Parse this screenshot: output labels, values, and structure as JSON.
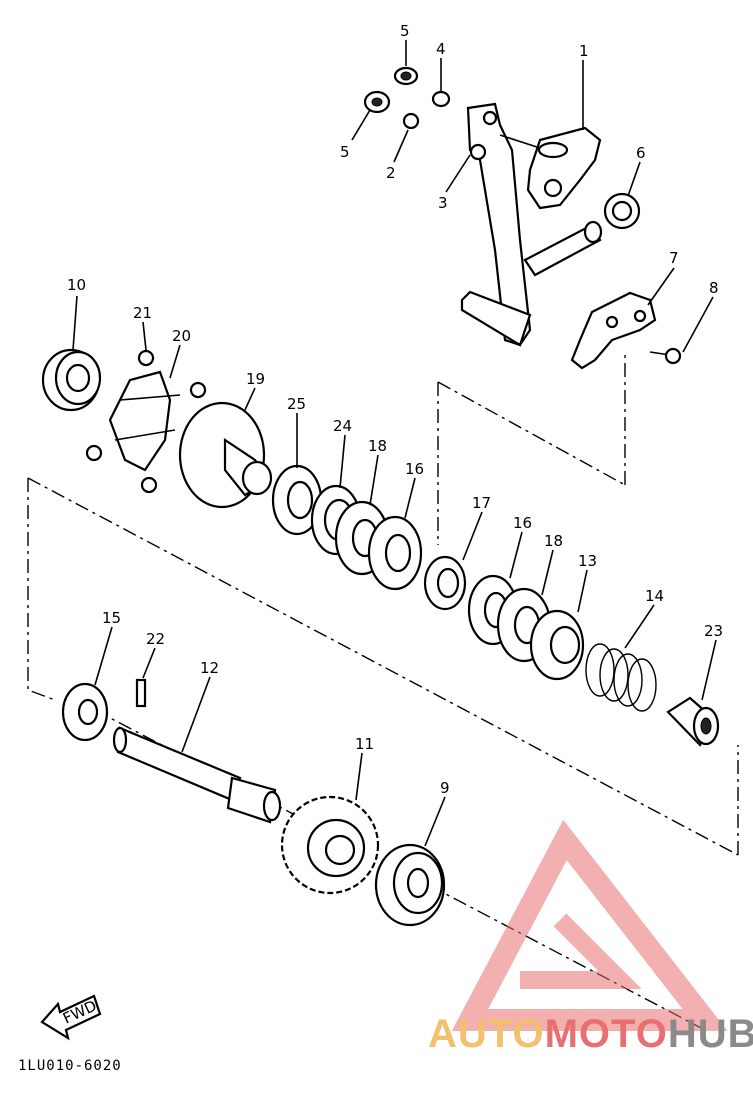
{
  "diagram_code": "1LU010-6020",
  "fwd_label": "FWD",
  "watermark": {
    "part1": "AUTO",
    "part2": "MOTO",
    "part3": "HUB",
    "colors": [
      "#f2c06e",
      "#e87070",
      "#8a8a8a"
    ]
  },
  "callouts": [
    "1",
    "2",
    "3",
    "4",
    "5",
    "5",
    "6",
    "7",
    "8",
    "9",
    "10",
    "11",
    "12",
    "13",
    "14",
    "15",
    "16",
    "16",
    "17",
    "18",
    "18",
    "19",
    "20",
    "21",
    "22",
    "23",
    "24",
    "25"
  ]
}
